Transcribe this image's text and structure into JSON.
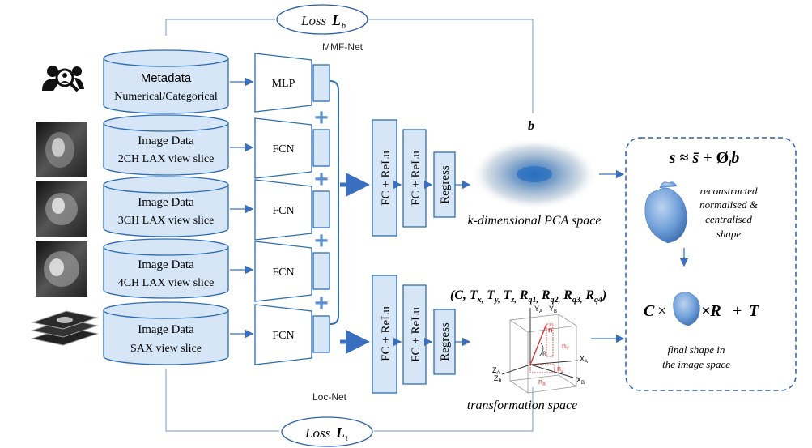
{
  "loss_b": {
    "label": "Loss",
    "symbol": "L",
    "sub": "b"
  },
  "loss_t": {
    "label": "Loss",
    "symbol": "L",
    "sub": "t"
  },
  "mmf_net_label": "MMF-Net",
  "loc_net_label": "Loc-Net",
  "inputs": [
    {
      "title": "Metadata",
      "subtitle": "Numerical/Categorical",
      "encoder": "MLP"
    },
    {
      "title": "Image Data",
      "subtitle": "2CH LAX view slice",
      "encoder": "FCN"
    },
    {
      "title": "Image Data",
      "subtitle": "3CH LAX view slice",
      "encoder": "FCN"
    },
    {
      "title": "Image Data",
      "subtitle": "4CH LAX view slice",
      "encoder": "FCN"
    },
    {
      "title": "Image Data",
      "subtitle": "SAX view slice",
      "encoder": "FCN"
    }
  ],
  "plus_symbol": "+",
  "upper_branch": {
    "fc1": "FC + ReLu",
    "fc2": "FC + ReLu",
    "regress": "Regress",
    "output_symbol": "b",
    "space_label": "k-dimensional PCA space"
  },
  "lower_branch": {
    "fc1": "FC + ReLu",
    "fc2": "FC + ReLu",
    "regress": "Regress",
    "space_label": "transformation space"
  },
  "params": {
    "open": "(",
    "C": "C,",
    "T": "T",
    "R": "R",
    "close": ")",
    "subs": [
      "x,",
      "y,",
      "z,",
      "q1,",
      "q2,",
      "q3,",
      "q4"
    ]
  },
  "axes": {
    "yA": "Y",
    "yA_sub": "A",
    "yB": "Y",
    "yB_sub": "B",
    "xA": "X",
    "xA_sub": "A",
    "xB": "X",
    "xB_sub": "B",
    "zA": "Z",
    "zA_sub": "A",
    "zB": "Z",
    "zB_sub": "B",
    "n_hat": "n̂",
    "theta": "θ",
    "ny": "n",
    "ny_sub": "Y",
    "nz": "n",
    "nz_sub": "Z",
    "nx": "n",
    "nx_sub": "X"
  },
  "result": {
    "equation": {
      "s": "s",
      "approx": "≈",
      "sbar": "s̄",
      "plus": "+",
      "phi": "Ø",
      "phi_sub": "l",
      "b": "b"
    },
    "recon_label": [
      "reconstructed",
      "normalised &",
      "centralised",
      "shape"
    ],
    "final_equation": {
      "C": "C",
      "times1": "×",
      "times2": "×R",
      "plus": "+",
      "T": "T"
    },
    "final_label": [
      "final shape in",
      "the image space"
    ]
  },
  "colors": {
    "box_fill": "#d6e6f7",
    "box_stroke": "#2e6db4",
    "line": "#4a7fc4",
    "arrow": "#3a6fc0",
    "dashed": "#2a5db0",
    "text": "#1a1a1a"
  }
}
